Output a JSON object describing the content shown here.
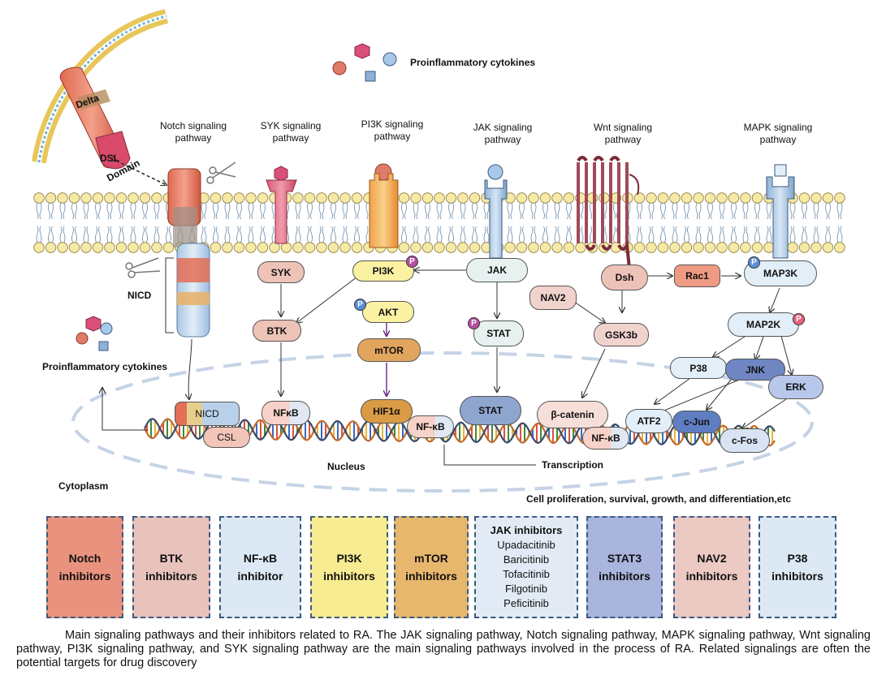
{
  "cytokines_top_label": "Proinflammatory cytokines",
  "cytokines_left_label": "Proinflammatory cytokines",
  "ligand": {
    "delta": "Delta",
    "dsl": "DSL",
    "domain": "Domain"
  },
  "pathways": {
    "notch": [
      "Notch signaling",
      "pathway"
    ],
    "syk": [
      "SYK signaling",
      "pathway"
    ],
    "pi3k": [
      "PI3K signaling",
      "pathway"
    ],
    "jak": [
      "JAK signaling",
      "pathway"
    ],
    "wnt": [
      "Wnt signaling",
      "pathway"
    ],
    "mapk": [
      "MAPK signaling",
      "pathway"
    ]
  },
  "nodes": {
    "nicd_label": "NICD",
    "syk": "SYK",
    "btk": "BTK",
    "pi3k": "PI3K",
    "akt": "AKT",
    "mtor": "mTOR",
    "jak": "JAK",
    "stat": "STAT",
    "nav2": "NAV2",
    "gsk3b": "GSK3b",
    "dsh": "Dsh",
    "rac1": "Rac1",
    "map3k": "MAP3K",
    "map2k": "MAP2K",
    "p38": "P38",
    "jnk": "JNK",
    "erk": "ERK",
    "p": "P"
  },
  "nucleus_nodes": {
    "nicd": "NICD",
    "csl": "CSL",
    "nfkb1": "NFκB",
    "hif1a": "HIF1α",
    "nfkb2": "NF-κB",
    "stat": "STAT",
    "bcatenin": "β-catenin",
    "nfkb3": "NF-κB",
    "atf2": "ATF2",
    "cjun": "c-Jun",
    "cfos": "c-Fos"
  },
  "labels": {
    "nucleus": "Nucleus",
    "transcription": "Transcription",
    "cytoplasm": "Cytoplasm",
    "outcome": "Cell proliferation, survival, growth, and differentiation,etc"
  },
  "inhibitors": [
    {
      "lines": [
        "Notch",
        "inhibitors"
      ],
      "color": "#e9937e"
    },
    {
      "lines": [
        "BTK",
        "inhibitors"
      ],
      "color": "#e8c3bc"
    },
    {
      "lines": [
        "NF-κB",
        "inhibitor"
      ],
      "color": "#dce8f3"
    },
    {
      "lines": [
        "PI3K",
        "inhibitors"
      ],
      "color": "#f8ec92"
    },
    {
      "lines": [
        "mTOR",
        "inhibitors"
      ],
      "color": "#e8b76e"
    },
    {
      "title": "JAK inhibitors",
      "drugs": [
        "Upadacitinib",
        "Baricitinib",
        "Tofacitinib",
        "Filgotinib",
        "Peficitinib"
      ],
      "color": "#e2ebf5"
    },
    {
      "lines": [
        "STAT3",
        "inhibitors"
      ],
      "color": "#a9b5dc"
    },
    {
      "lines": [
        "NAV2",
        "inhibitors"
      ],
      "color": "#ecc9c2"
    },
    {
      "lines": [
        "P38",
        "inhibitors"
      ],
      "color": "#dce8f3"
    }
  ],
  "caption": "Main signaling pathways and their inhibitors related to RA. The JAK signaling pathway, Notch signaling pathway, MAPK signaling pathway, Wnt signaling pathway, PI3K signaling pathway, and SYK signaling pathway are the main signaling pathways involved in the process of RA. Related signalings are often the potential targets for drug discovery"
}
